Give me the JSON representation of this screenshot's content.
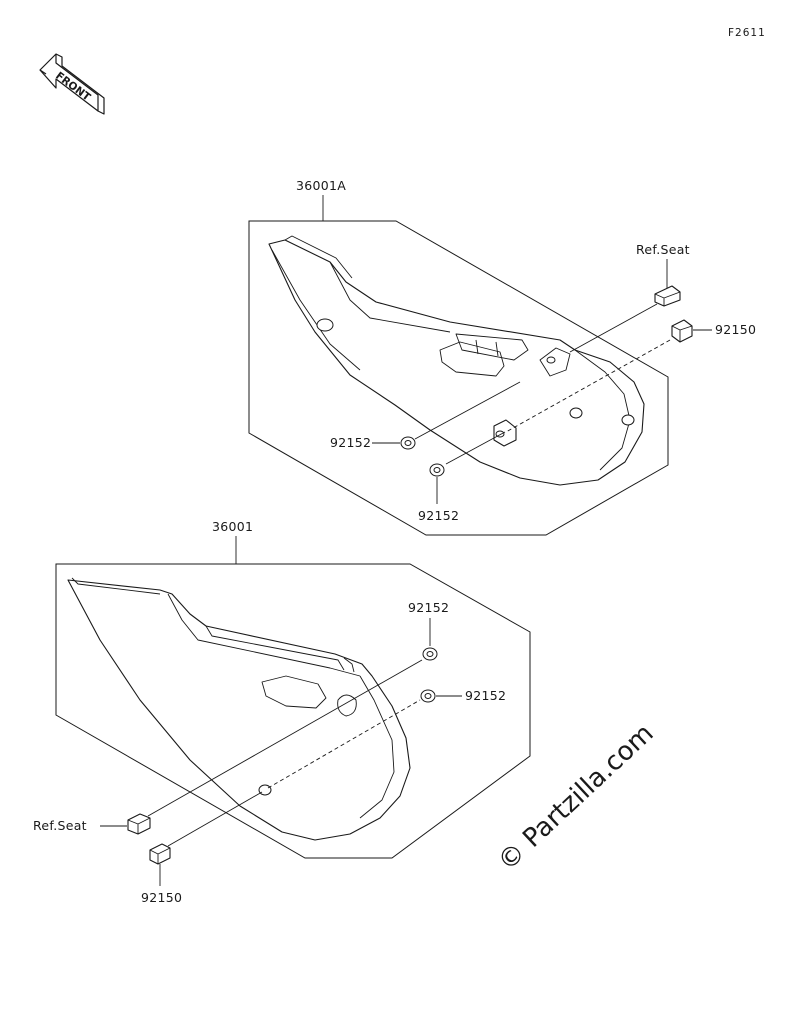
{
  "figure_code": "F2611",
  "front_badge": "FRONT",
  "watermark": "© Partzilla.com",
  "upper_assembly": {
    "part_number": "36001A",
    "callouts": {
      "ref_seat": "Ref.Seat",
      "bolt": "92150",
      "washer_a": "92152",
      "washer_b": "92152"
    }
  },
  "lower_assembly": {
    "part_number": "36001",
    "callouts": {
      "washer_a": "92152",
      "washer_b": "92152",
      "ref_seat": "Ref.Seat",
      "bolt": "92150"
    }
  }
}
